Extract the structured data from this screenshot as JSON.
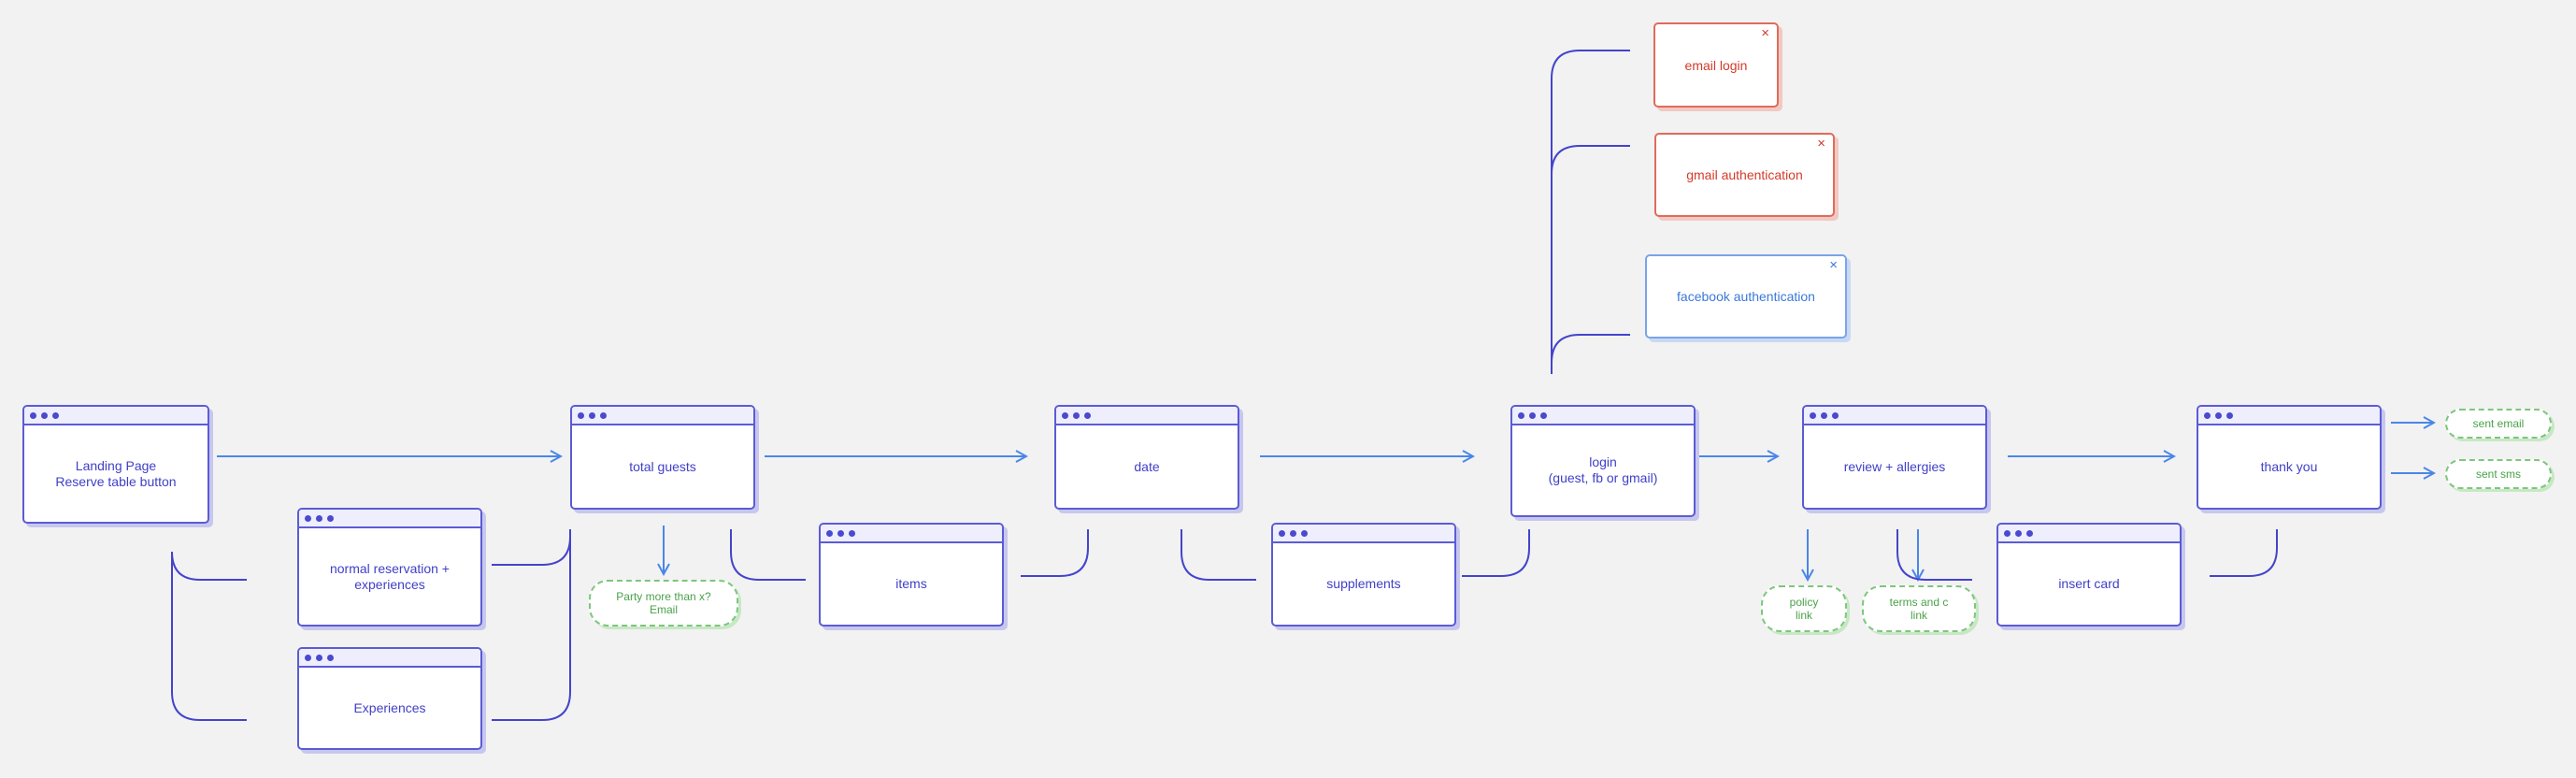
{
  "screens": {
    "landing": "Landing Page\nReserve table button",
    "total_guests": "total guests",
    "normal_reservation": "normal reservation +\nexperiences",
    "experiences": "Experiences",
    "items": "items",
    "date": "date",
    "supplements": "supplements",
    "login": "login\n(guest, fb or gmail)",
    "review": "review + allergies",
    "insert_card": "insert card",
    "thank_you": "thank you"
  },
  "modals": {
    "email_login": "email login",
    "gmail_auth": "gmail authentication",
    "facebook_auth": "facebook authentication",
    "close_glyph": "×"
  },
  "notes": {
    "party_more": "Party more than x?\nEmail",
    "policy_link": "policy\nlink",
    "terms_link": "terms and c\nlink",
    "sent_email": "sent email",
    "sent_sms": "sent sms"
  },
  "colors": {
    "screen_border": "#5b5bd6",
    "flow_arrow": "#4a86e8",
    "bracket": "#4444cc",
    "error_modal": "#d43a2a",
    "info_modal": "#3c78da",
    "note": "#4aa24a"
  }
}
